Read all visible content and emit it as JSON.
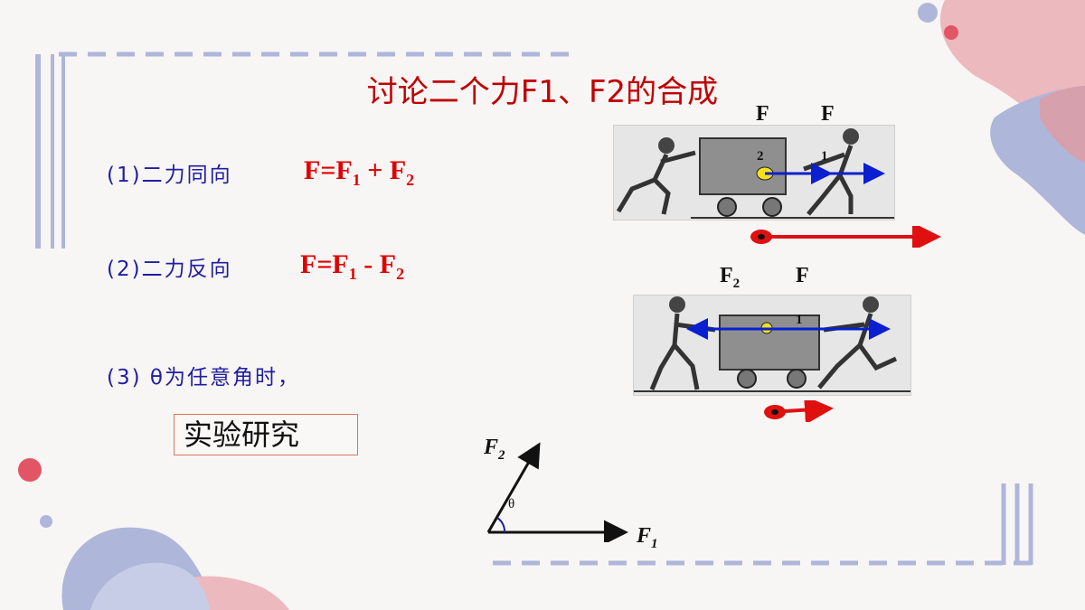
{
  "title": "讨论二个力F1、F2的合成",
  "items": [
    {
      "label": "(1)二力同向",
      "formula": {
        "prefix": "F=F",
        "sub1": "1",
        "op": " + F",
        "sub2": "2"
      }
    },
    {
      "label": "(2)二力反向",
      "formula": {
        "prefix": "F=F",
        "sub1": "1",
        "op": " - F",
        "sub2": "2"
      }
    },
    {
      "label": "(3) θ为任意角时，"
    }
  ],
  "experiment_button": "实验研究",
  "fig1": {
    "label_left": "F",
    "label_right": "F",
    "num_a": "2",
    "num_b": "1"
  },
  "fig2": {
    "label_left": "F",
    "label_left_sub": "2",
    "label_right": "F",
    "num": "1"
  },
  "angle_diagram": {
    "f1": "F",
    "f1_sub": "1",
    "f2": "F",
    "f2_sub": "2",
    "theta": "θ"
  },
  "colors": {
    "title": "#c00000",
    "text": "#1f1fa0",
    "formula": "#e00000",
    "force_arrow": "#0a1fd0",
    "resultant_arrow": "#e01010"
  }
}
